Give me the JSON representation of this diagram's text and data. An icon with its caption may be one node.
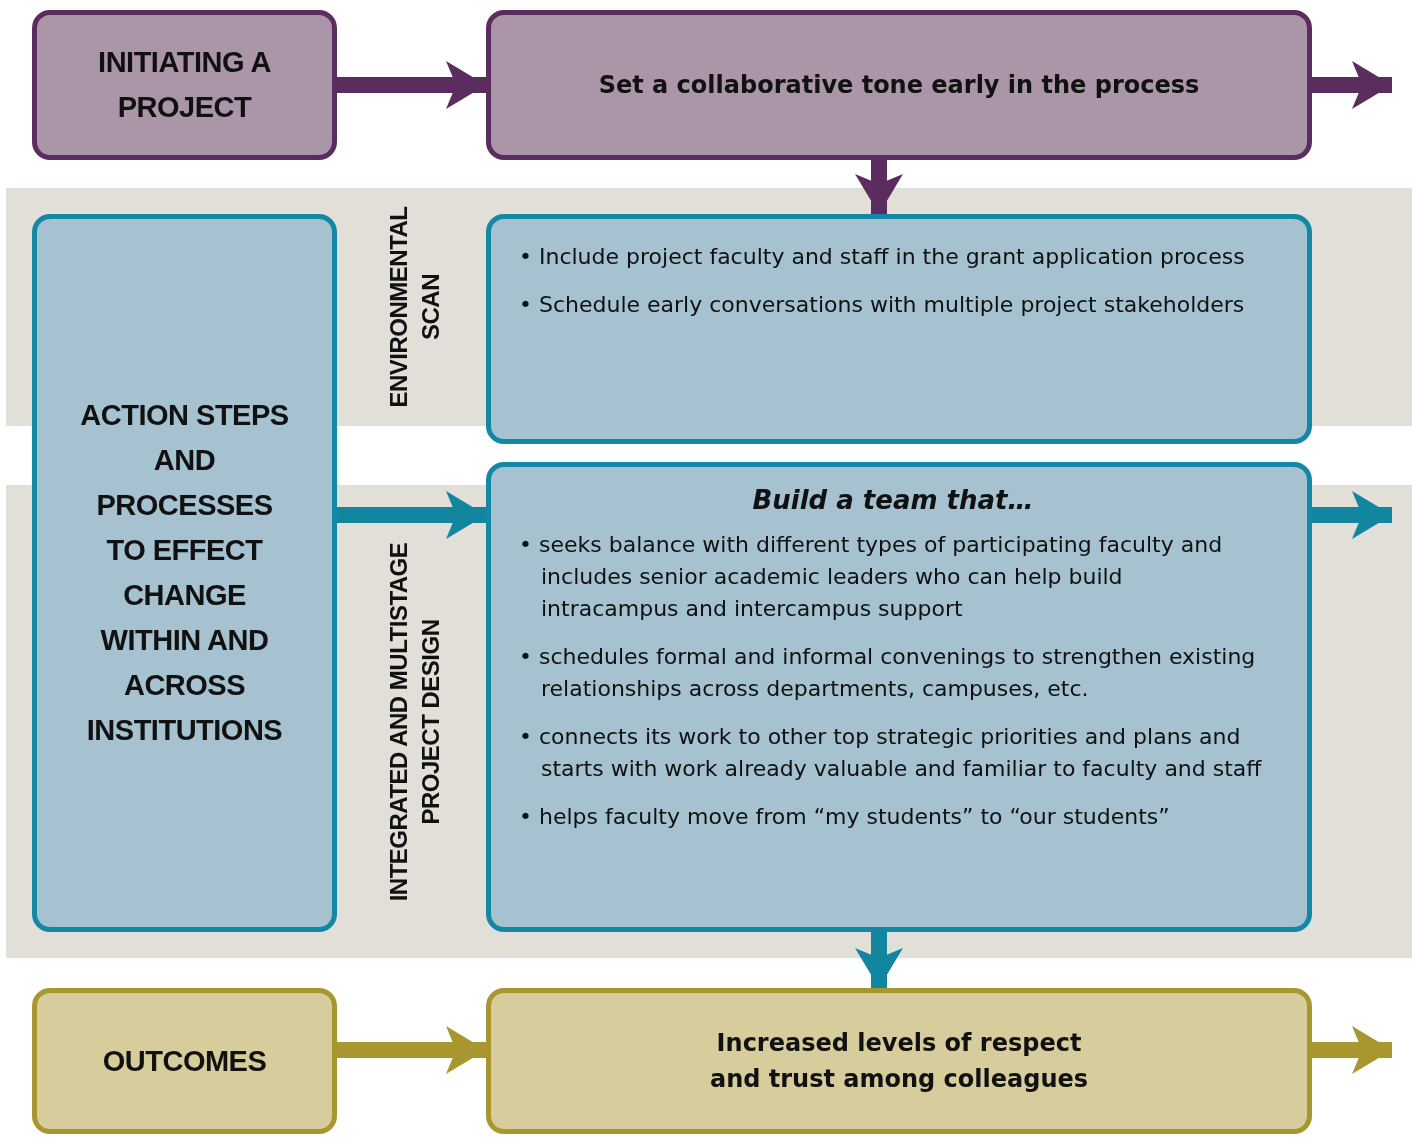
{
  "diagram": {
    "nodes": [
      {
        "text": [
          "INITIATING A PROJECT"
        ]
      },
      {
        "text": [
          "Set a collaborative tone early in the process"
        ]
      },
      {
        "text": [
          "ACTION STEPS AND PROCESSES TO EFFECT CHANGE WITHIN AND ACROSS INSTITUTIONS"
        ]
      },
      {
        "text": [
          "• Include project faculty and staff in the grant application process",
          "• Schedule early conversations with multiple project stakeholders"
        ]
      },
      {
        "text": [
          "Build a team that…",
          "• seeks balance with different types of participating faculty and includes senior academic leaders who can help build intracampus and intercampus support",
          "• schedules formal and informal convenings to strengthen existing relationships across departments, campuses, etc.",
          "• connects its work to other top strategic priorities and plans and starts with work already valuable and familiar to faculty and staff",
          "• helps faculty move from “my students” to “our students”"
        ]
      },
      {
        "text": [
          "OUTCOMES"
        ]
      },
      {
        "text": [
          "Increased levels of respect and trust among colleagues"
        ]
      }
    ],
    "edges": [
      {
        "from": 0,
        "to": 1,
        "arrow": "to",
        "color": "#5b2d5e"
      },
      {
        "from": 1,
        "to": null,
        "arrow": "to",
        "color": "#5b2d5e"
      },
      {
        "from": 1,
        "to": 3,
        "arrow": "to",
        "color": "#5b2d5e"
      },
      {
        "from": 2,
        "to": 4,
        "arrow": "to",
        "color": "#12869f"
      },
      {
        "from": 4,
        "to": null,
        "arrow": "to",
        "color": "#12869f"
      },
      {
        "from": 4,
        "to": 6,
        "arrow": "to",
        "color": "#12869f"
      },
      {
        "from": 5,
        "to": 6,
        "arrow": "to",
        "color": "#a8962f"
      },
      {
        "from": 6,
        "to": null,
        "arrow": "to",
        "color": "#a8962f"
      }
    ],
    "labels": [
      "ENVIRONMENTAL SCAN",
      "INTEGRATED AND MULTISTAGE PROJECT DESIGN"
    ]
  }
}
